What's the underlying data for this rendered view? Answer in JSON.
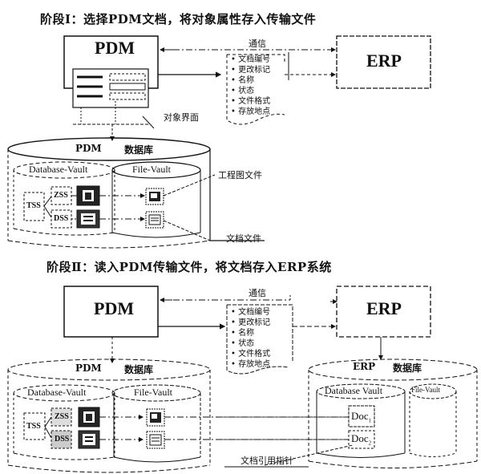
{
  "stage1": {
    "title": "阶段Ⅰ：选择PDM文档，将对象属性存入传输文件",
    "pdm_label": "PDM",
    "erp_label": "ERP",
    "comm_label": "通信",
    "attributes": [
      "文档编号",
      "更改标记",
      "名称",
      "状态",
      "文件格式",
      "存放地点"
    ],
    "object_interface_label": "对象界面",
    "database": {
      "name": "PDM",
      "suffix": "数据库",
      "db_vault": "Database-Vault",
      "file_vault": "File-Vault",
      "tss": "TSS",
      "zss": "ZSS",
      "dss": "DSS"
    },
    "engineering_drawing_label": "工程图文件",
    "document_file_label": "文档文件"
  },
  "stage2": {
    "title": "阶段Ⅱ：读入PDM传输文件，将文档存入ERP系统",
    "pdm_label": "PDM",
    "erp_label": "ERP",
    "comm_label": "通信",
    "attributes": [
      "文档编号",
      "更改标记",
      "名称",
      "状态",
      "文件格式",
      "存放地点"
    ],
    "pdm_database": {
      "name": "PDM",
      "suffix": "数据库",
      "db_vault": "Database-Vault",
      "file_vault": "File-Vault",
      "tss": "TSS",
      "zss": "ZSS",
      "dss": "DSS"
    },
    "erp_database": {
      "name": "ERP",
      "suffix": "数据库",
      "db_vault": "Database Vault",
      "file_vault": "File-Vault",
      "doc1": "Doc",
      "doc1_sub": "1",
      "doc2": "Doc",
      "doc2_sub": "2"
    },
    "doc_pointer_label": "文档引用指针"
  }
}
